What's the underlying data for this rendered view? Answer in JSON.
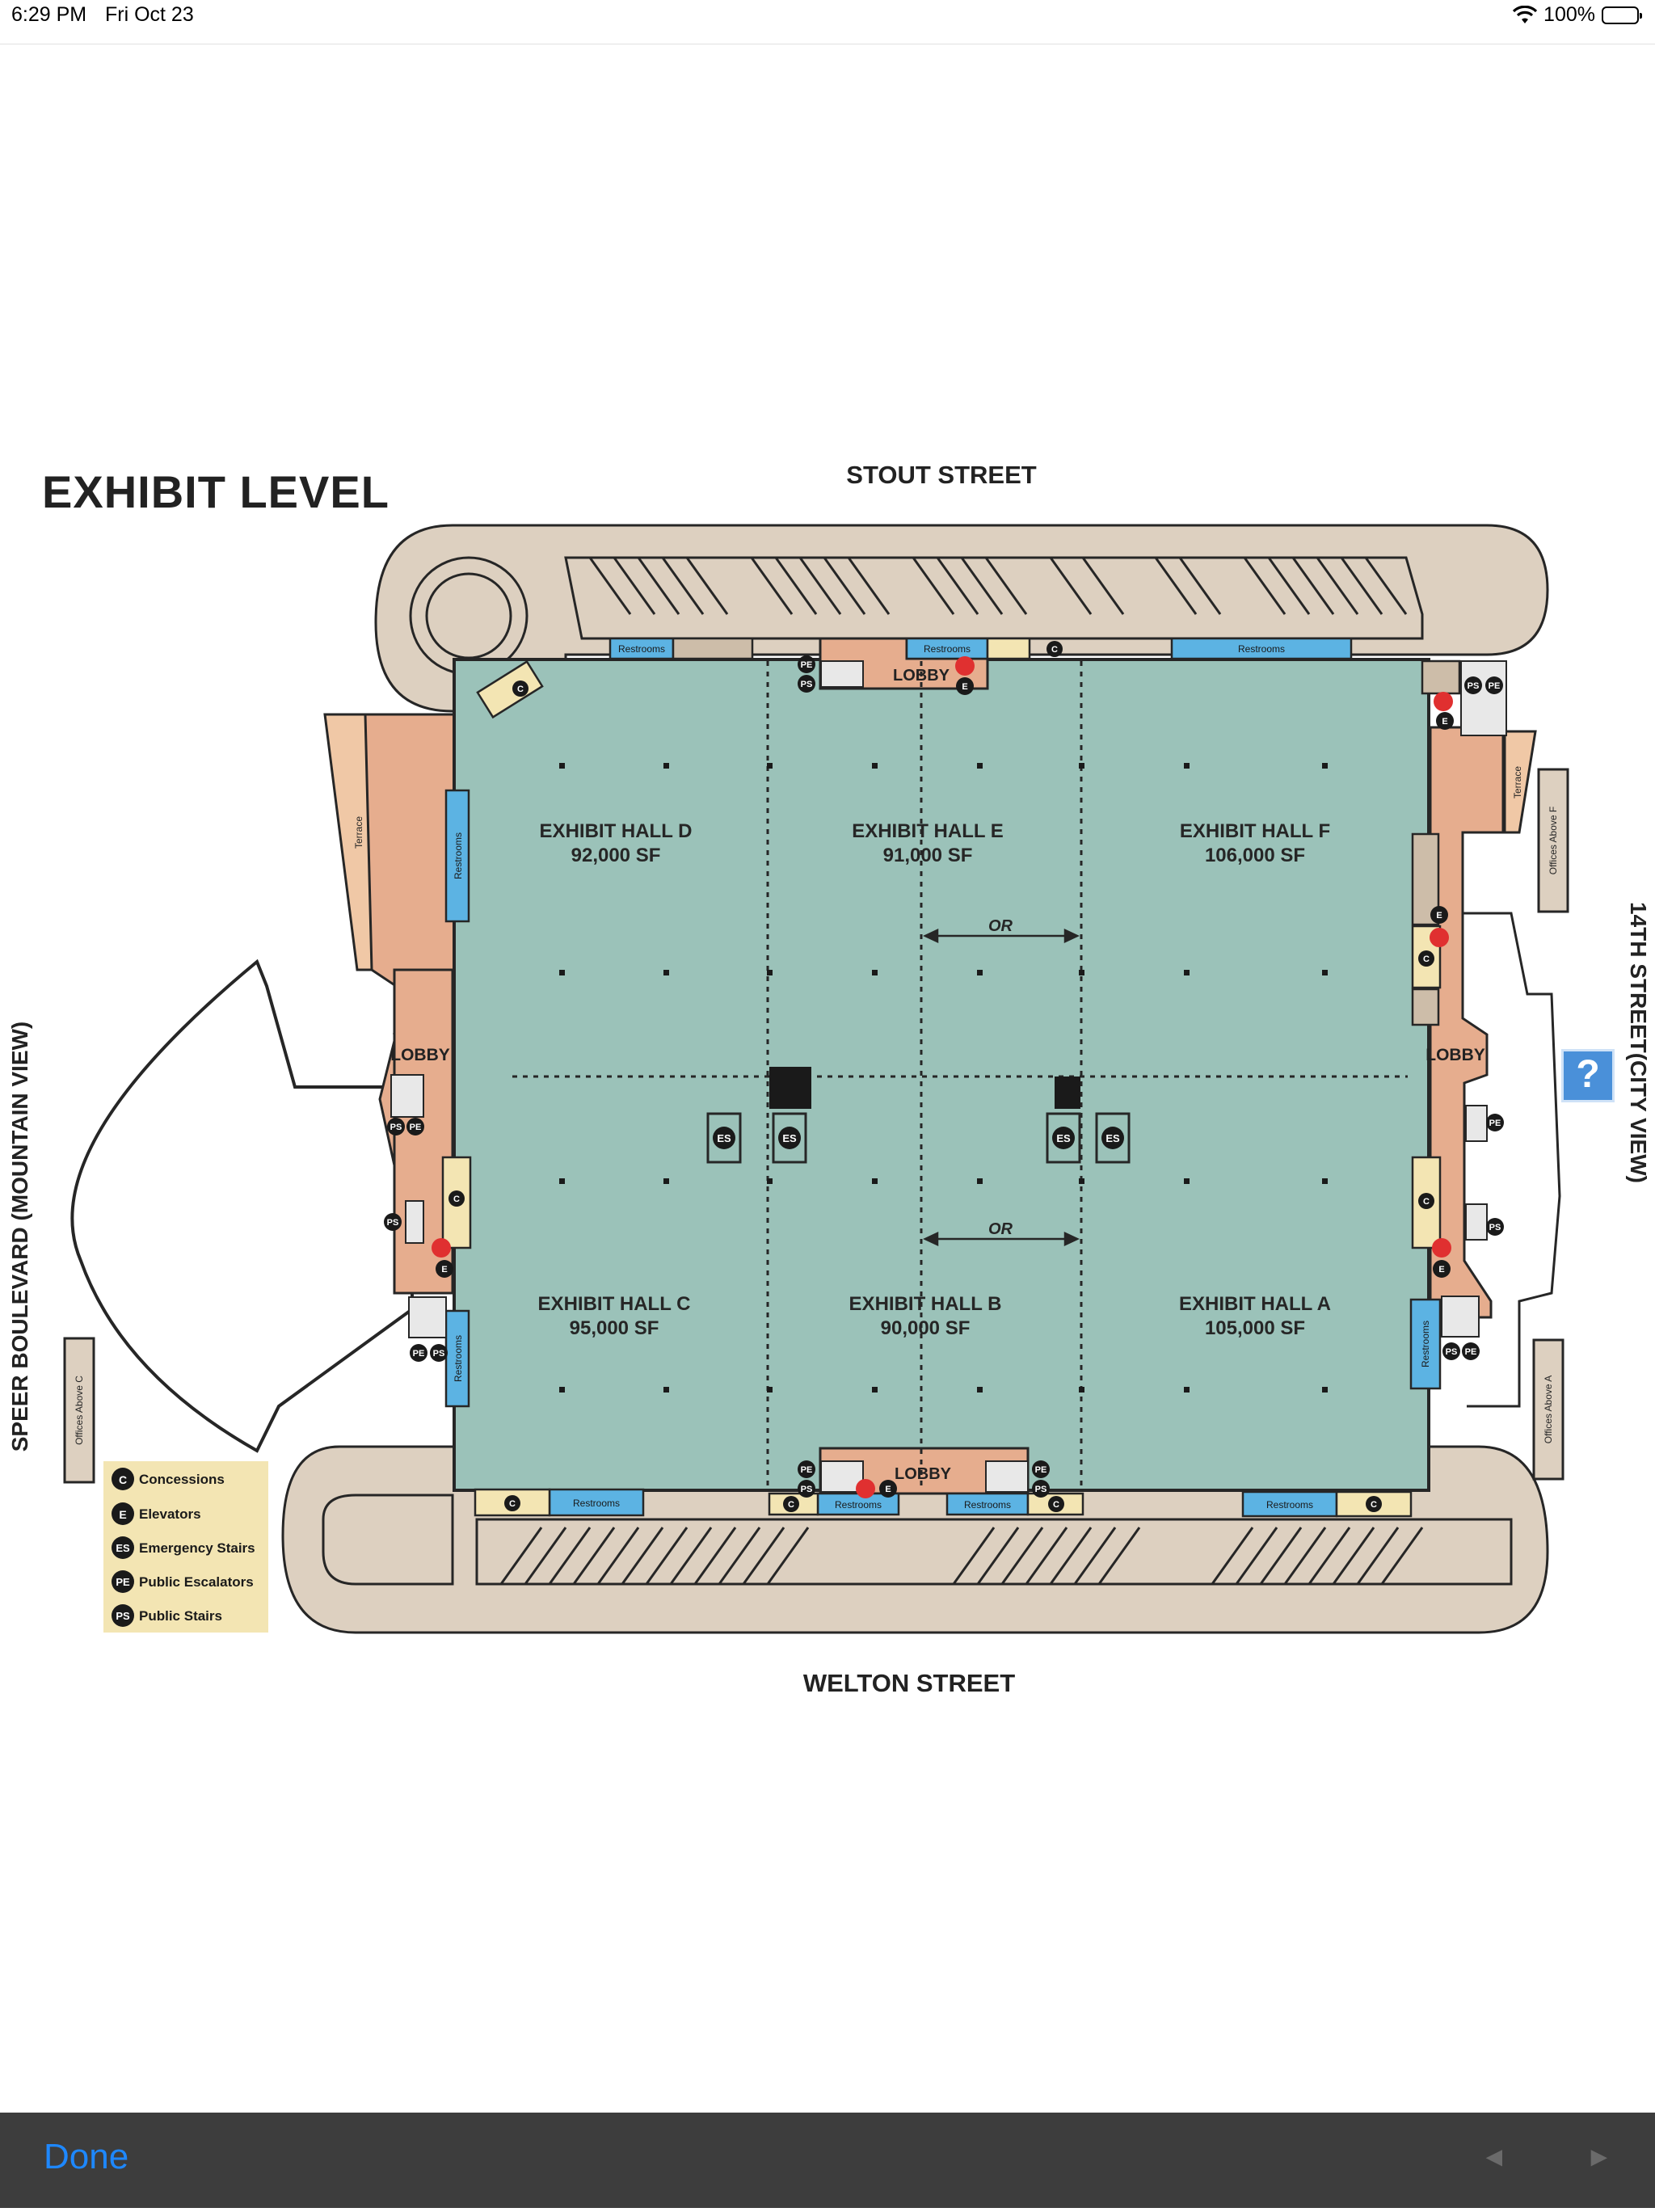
{
  "status_bar": {
    "time": "6:29 PM",
    "date": "Fri Oct 23",
    "battery": "100%",
    "battery_level": 1.0,
    "wifi_icon": "wifi-icon",
    "battery_icon": "battery-icon"
  },
  "map": {
    "title": "EXHIBIT LEVEL",
    "streets": {
      "north": "STOUT STREET",
      "south": "WELTON STREET",
      "west": "SPEER BOULEVARD (MOUNTAIN VIEW)",
      "east": "14TH STREET(CITY VIEW)"
    },
    "halls": [
      {
        "name": "EXHIBIT HALL D",
        "area": "92,000 SF"
      },
      {
        "name": "EXHIBIT HALL E",
        "area": "91,000 SF"
      },
      {
        "name": "EXHIBIT HALL F",
        "area": "106,000 SF"
      },
      {
        "name": "EXHIBIT HALL C",
        "area": "95,000 SF"
      },
      {
        "name": "EXHIBIT HALL B",
        "area": "90,000 SF"
      },
      {
        "name": "EXHIBIT HALL A",
        "area": "105,000 SF"
      }
    ],
    "or_label": "OR",
    "lobby": "LOBBY",
    "restrooms": "Restrooms",
    "terrace": "Terrace",
    "offices_c": "Offices Above C",
    "offices_f": "Offices Above F",
    "offices_a": "Offices Above A",
    "legend": [
      {
        "code": "C",
        "label": "Concessions"
      },
      {
        "code": "E",
        "label": "Elevators"
      },
      {
        "code": "ES",
        "label": "Emergency Stairs"
      },
      {
        "code": "PE",
        "label": "Public Escalators"
      },
      {
        "code": "PS",
        "label": "Public Stairs"
      }
    ],
    "codes": {
      "c": "C",
      "e": "E",
      "es": "ES",
      "pe": "PE",
      "ps": "PS"
    },
    "colors": {
      "hall": "#9bc2b9",
      "plaza": "#ddd0c0",
      "lobby": "#e6ad8e",
      "restroom": "#5cb3e3",
      "concession": "#f3e5b3",
      "terrace": "#f0c8a6",
      "outline": "#262626",
      "accessible": "#e03030"
    }
  },
  "help_button": {
    "label": "?"
  },
  "toolbar": {
    "done_label": "Done",
    "prev_arrow": "◄",
    "next_arrow": "►"
  }
}
